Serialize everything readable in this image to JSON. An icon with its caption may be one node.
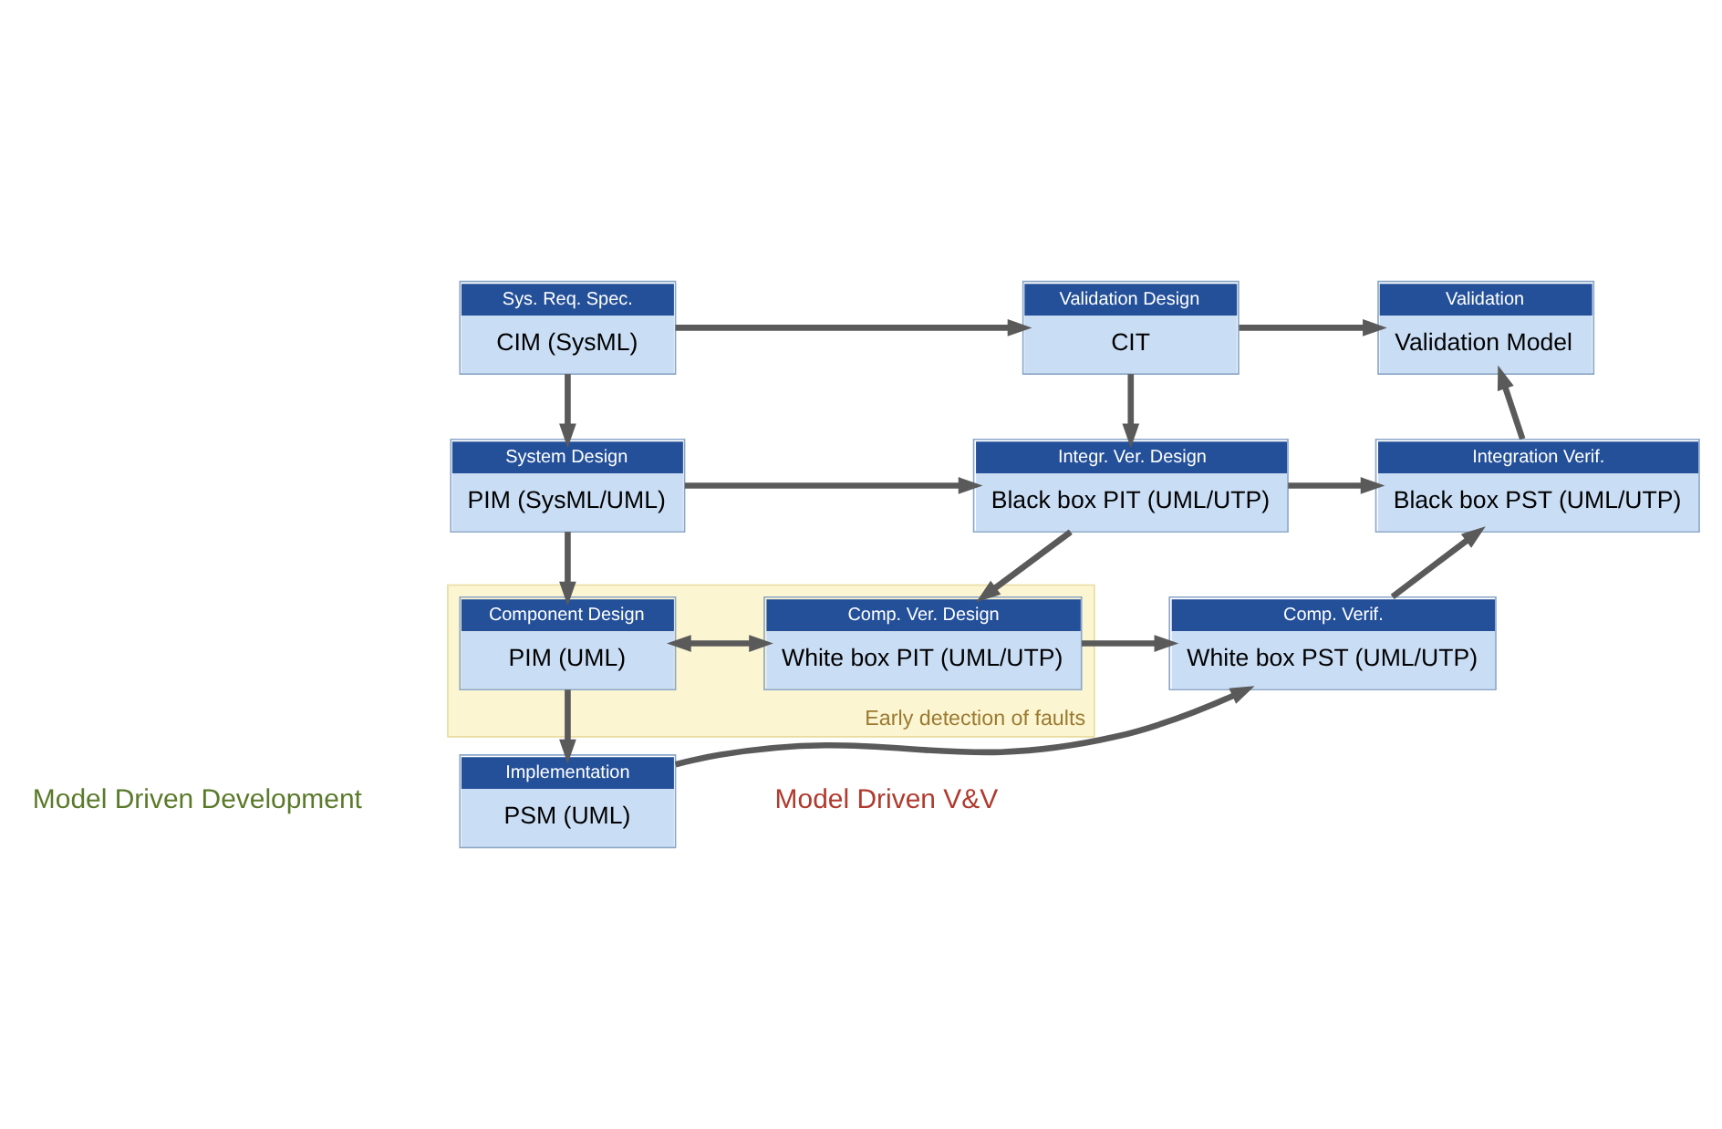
{
  "diagram": {
    "nodes": [
      {
        "text": [
          "Sys. Req. Spec.",
          "CIM (SysML)"
        ]
      },
      {
        "text": [
          "Validation Design",
          "CIT"
        ]
      },
      {
        "text": [
          "Validation",
          "Validation Model"
        ]
      },
      {
        "text": [
          "System Design",
          "PIM (SysML/UML)"
        ]
      },
      {
        "text": [
          "Integr. Ver. Design",
          "Black box PIT (UML/UTP)"
        ]
      },
      {
        "text": [
          "Integration Verif.",
          "Black box PST (UML/UTP)"
        ]
      },
      {
        "text": [
          "Early detection of faults"
        ]
      },
      {
        "text": [
          "Component Design",
          "PIM (UML)"
        ],
        "in": 6
      },
      {
        "text": [
          "Comp. Ver. Design",
          "White box PIT (UML/UTP)"
        ],
        "in": 6
      },
      {
        "text": [
          "Comp. Verif.",
          "White box PST (UML/UTP)"
        ]
      },
      {
        "text": [
          "Implementation",
          "PSM (UML)"
        ]
      }
    ],
    "edges": [
      {
        "from": 0,
        "to": 1,
        "arrow": "to"
      },
      {
        "from": 1,
        "to": 2,
        "arrow": "to"
      },
      {
        "from": 0,
        "to": 3,
        "arrow": "to"
      },
      {
        "from": 1,
        "to": 4,
        "arrow": "to"
      },
      {
        "from": 3,
        "to": 4,
        "arrow": "to"
      },
      {
        "from": 4,
        "to": 5,
        "arrow": "to"
      },
      {
        "from": 3,
        "to": 7,
        "arrow": "to"
      },
      {
        "from": 4,
        "to": 8,
        "arrow": "to"
      },
      {
        "from": 7,
        "to": 8,
        "arrow": "both"
      },
      {
        "from": 7,
        "to": 10,
        "arrow": "to"
      },
      {
        "from": 8,
        "to": 9,
        "arrow": "to"
      },
      {
        "from": 10,
        "to": 9,
        "arrow": "to"
      },
      {
        "from": 9,
        "to": 5,
        "arrow": "to"
      },
      {
        "from": 5,
        "to": 2,
        "arrow": "to"
      }
    ],
    "labels": [
      "Model Driven Development",
      "Model Driven V&V"
    ]
  }
}
